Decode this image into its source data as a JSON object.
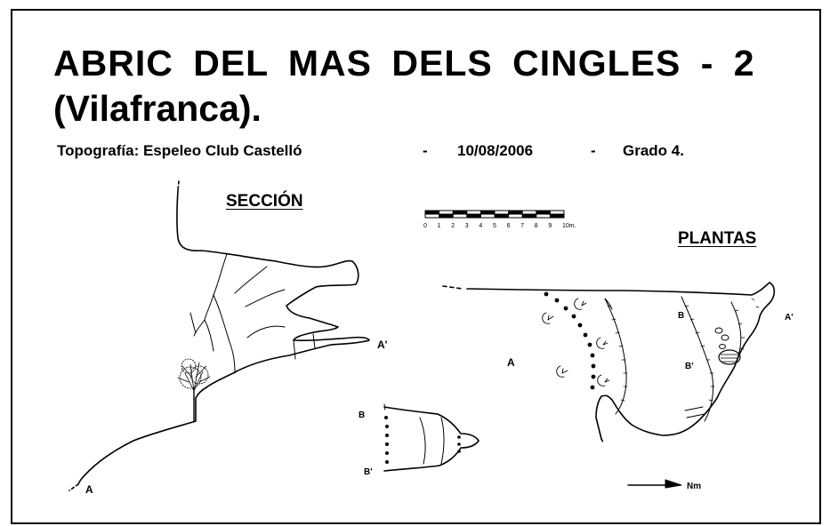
{
  "title": {
    "line1": "ABRIC DEL MAS DELS CINGLES - 2",
    "line2": "(Vilafranca)."
  },
  "meta": {
    "topography": "Topografía:  Espeleo Club Castelló",
    "dash1": "-",
    "date": "10/08/2006",
    "dash2": "-",
    "grade": "Grado  4."
  },
  "section": {
    "heading": "SECCIÓN",
    "label_a": "A",
    "label_a_prime": "A'"
  },
  "plan": {
    "heading": "PLANTAS",
    "label_a": "A",
    "label_a_prime": "A'",
    "label_b": "B",
    "label_b_prime": "B'"
  },
  "cross_section": {
    "label_b": "B",
    "label_b_prime": "B'"
  },
  "scale": {
    "ticks": [
      "0",
      "1",
      "2",
      "3",
      "4",
      "5",
      "6",
      "7",
      "8",
      "9",
      "10m."
    ]
  },
  "north": {
    "label": "Nm"
  },
  "colors": {
    "ink": "#000000",
    "paper": "#ffffff"
  }
}
